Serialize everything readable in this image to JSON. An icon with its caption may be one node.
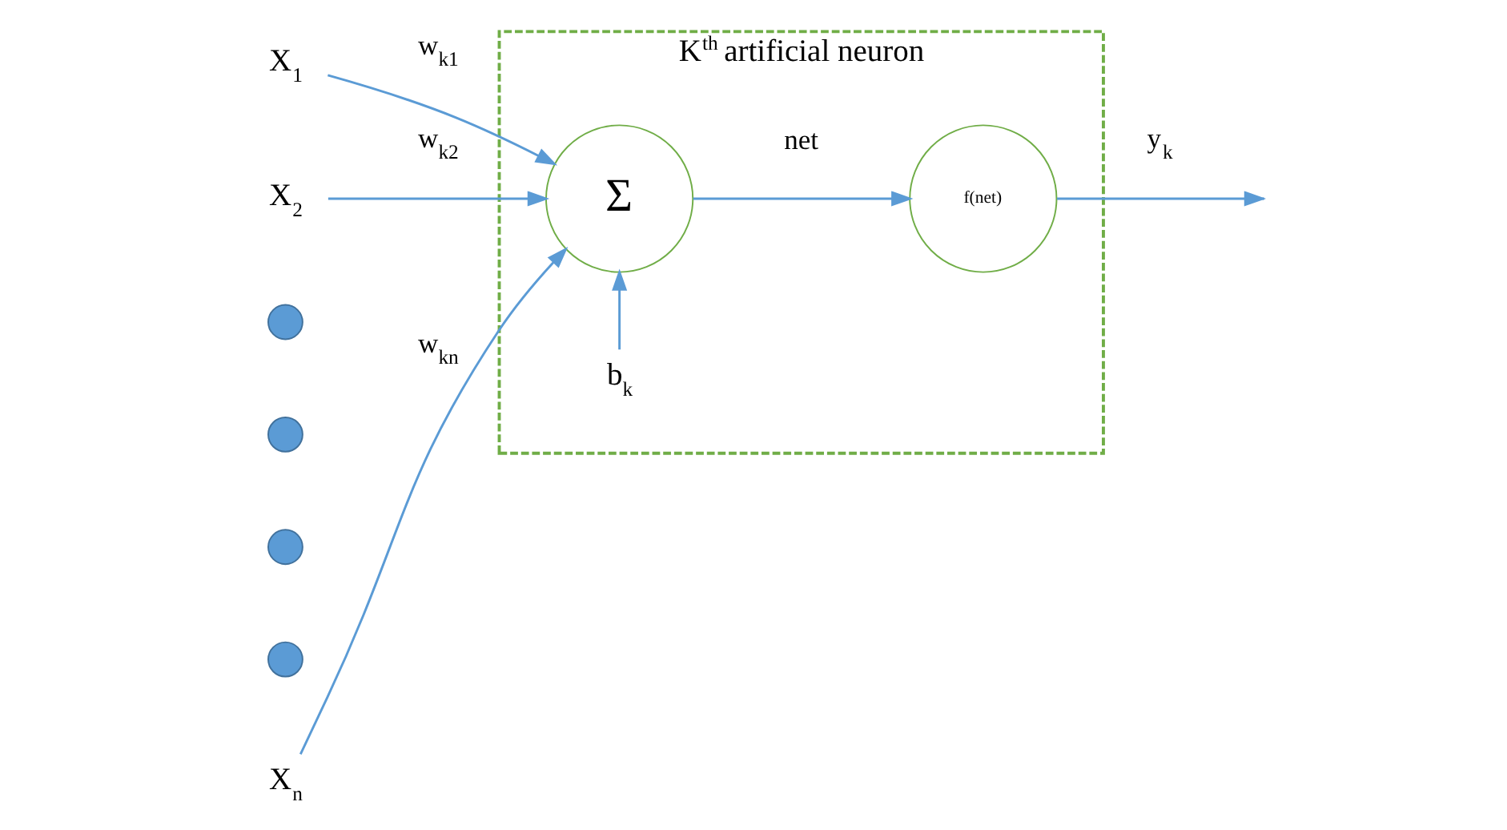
{
  "diagram": {
    "nodes": [
      {
        "text": [
          "K$^{th}$ artificial neuron"
        ]
      },
      {
        "text": [
          "X$_{1}$"
        ]
      },
      {
        "text": [
          "X$_{2}$"
        ]
      },
      {
        "text": [],
        "shape": "circle"
      },
      {
        "text": [],
        "shape": "circle"
      },
      {
        "text": [],
        "shape": "circle"
      },
      {
        "text": [],
        "shape": "circle"
      },
      {
        "text": [
          "X$_{n}$"
        ]
      },
      {
        "text": [
          "Σ"
        ],
        "in": 0
      },
      {
        "text": [
          "f(net)"
        ],
        "in": 0
      },
      {
        "text": [
          "b$_{k}$"
        ],
        "in": 0
      }
    ],
    "edges": [
      {
        "from": 1,
        "to": 8,
        "arrow": "to",
        "label": "w$_{k1}$"
      },
      {
        "from": 2,
        "to": 8,
        "arrow": "to",
        "label": "w$_{k2}$"
      },
      {
        "from": 7,
        "to": 8,
        "arrow": "to",
        "label": "w$_{kn}$"
      },
      {
        "from": 10,
        "to": 8,
        "arrow": "to"
      },
      {
        "from": 8,
        "to": 9,
        "arrow": "to",
        "label": "net"
      },
      {
        "from": 9,
        "to": null,
        "arrow": "to",
        "label": "y$_{k}$"
      }
    ]
  }
}
